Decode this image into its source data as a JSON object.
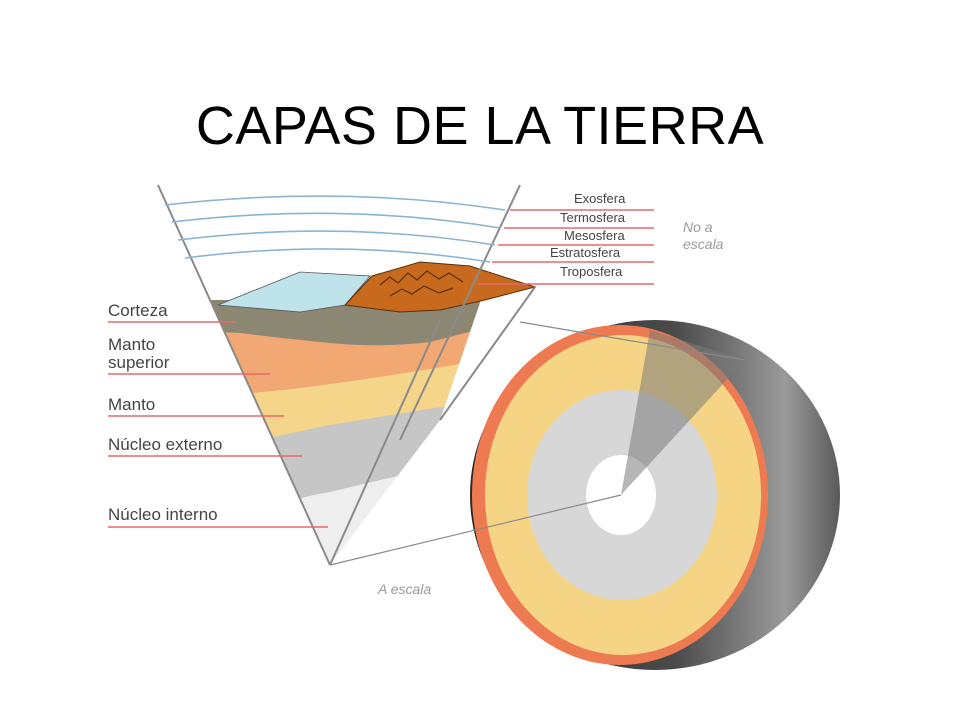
{
  "title": "CAPAS DE LA TIERRA",
  "left_labels": {
    "corteza": "Corteza",
    "manto_superior_1": "Manto",
    "manto_superior_2": "superior",
    "manto": "Manto",
    "nucleo_externo": "Núcleo externo",
    "nucleo_interno": "Núcleo interno"
  },
  "atmosphere_labels": {
    "exosfera": "Exosfera",
    "termosfera": "Termosfera",
    "mesosfera": "Mesosfera",
    "estratosfera": "Estratosfera",
    "troposfera": "Troposfera"
  },
  "notes": {
    "no_a": "No a",
    "escala": "escala",
    "a_escala": "A escala"
  },
  "colors": {
    "leader_line": "#e8686a",
    "crust": "#8c8772",
    "upper_mantle": "#f2a56f",
    "mantle": "#f4d58a",
    "outer_core": "#c4c4c4",
    "inner_core": "#ececec",
    "ocean": "#bfe3ea",
    "atmosphere_lines": "#8ab4d4"
  }
}
